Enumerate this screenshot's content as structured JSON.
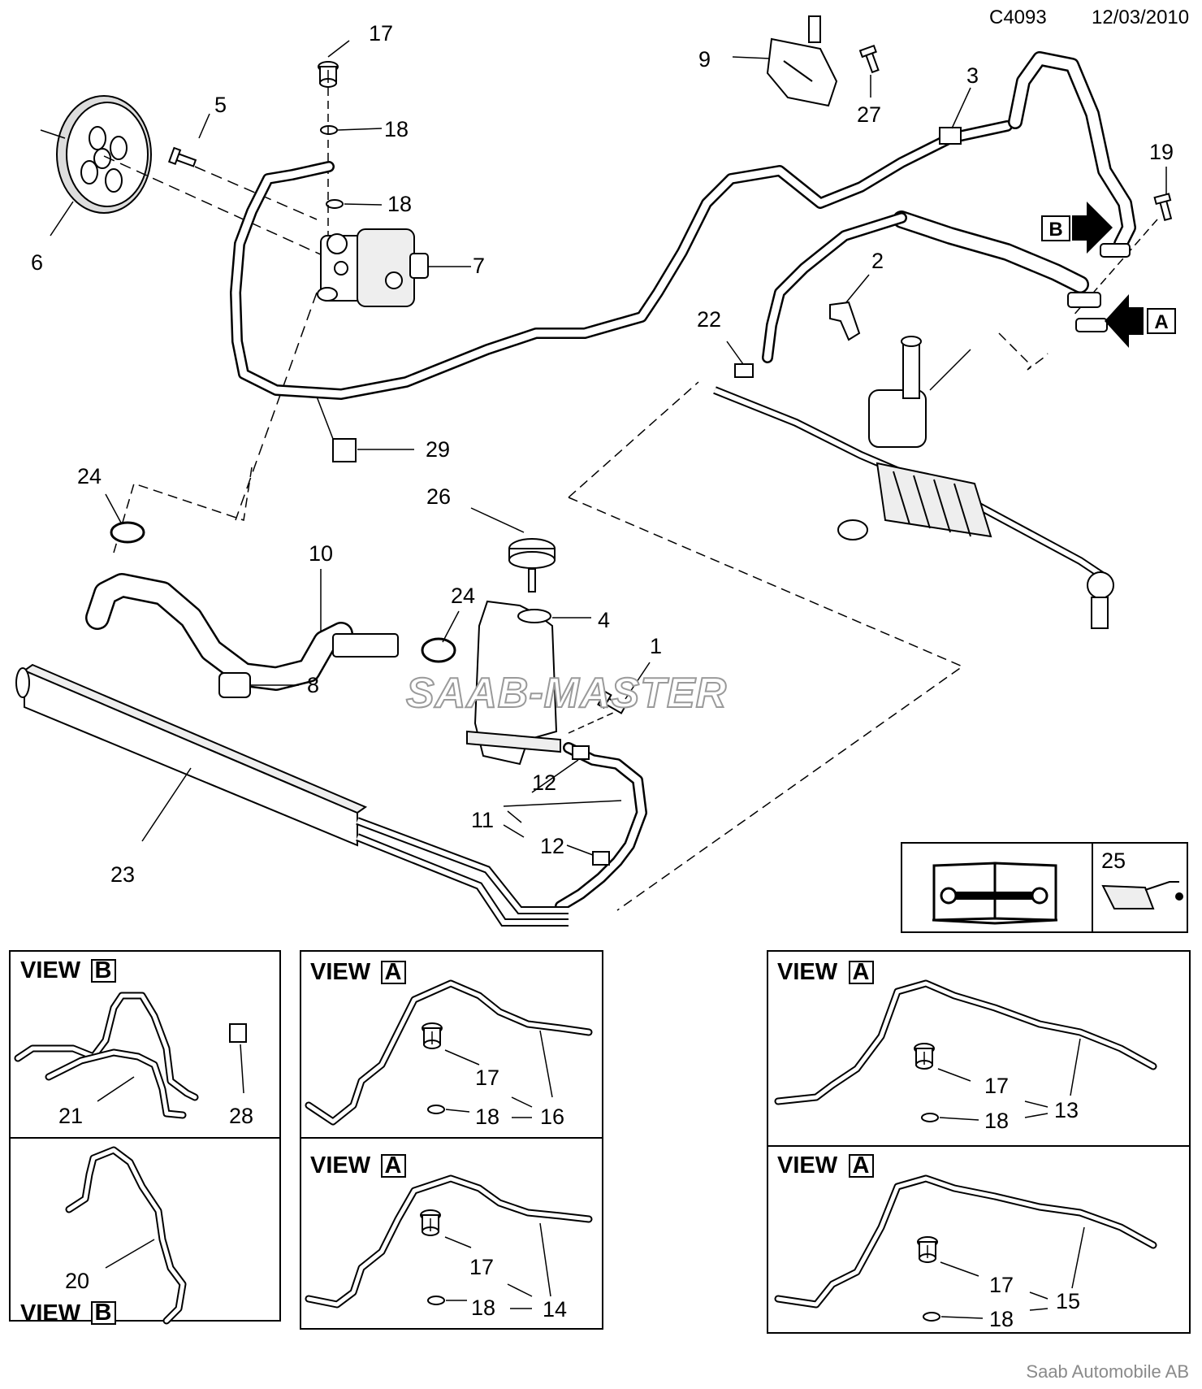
{
  "header": {
    "code": "C4093",
    "date": "12/03/2010"
  },
  "footer": {
    "copyright": "Saab Automobile AB"
  },
  "watermark": "SAAB-MASTER",
  "part_labels": {
    "p1": "1",
    "p2": "2",
    "p3": "3",
    "p4": "4",
    "p5": "5",
    "p6": "6",
    "p7": "7",
    "p8": "8",
    "p9": "9",
    "p10": "10",
    "p11": "11",
    "p12a": "12",
    "p12b": "12",
    "p17": "17",
    "p18a": "18",
    "p18b": "18",
    "p19": "19",
    "p22": "22",
    "p23": "23",
    "p24a": "24",
    "p24b": "24",
    "p25": "25",
    "p26": "26",
    "p27": "27",
    "p29": "29"
  },
  "callouts": {
    "A": "A",
    "B": "B"
  },
  "views": {
    "b_top": {
      "word": "VIEW",
      "letter": "B",
      "labels": {
        "l21": "21",
        "l28": "28"
      }
    },
    "b_bottom": {
      "word": "VIEW",
      "letter": "B",
      "labels": {
        "l20": "20"
      }
    },
    "a_mid_top": {
      "word": "VIEW",
      "letter": "A",
      "labels": {
        "l17": "17",
        "l18": "18",
        "l16": "16"
      }
    },
    "a_mid_bot": {
      "word": "VIEW",
      "letter": "A",
      "labels": {
        "l17": "17",
        "l18": "18",
        "l14": "14"
      }
    },
    "a_rt_top": {
      "word": "VIEW",
      "letter": "A",
      "labels": {
        "l17": "17",
        "l18": "18",
        "l13": "13"
      }
    },
    "a_rt_bot": {
      "word": "VIEW",
      "letter": "A",
      "labels": {
        "l17": "17",
        "l18": "18",
        "l15": "15"
      }
    }
  },
  "icons": {
    "manual": "service-manual-book-icon",
    "oil": "oil-can-icon"
  }
}
